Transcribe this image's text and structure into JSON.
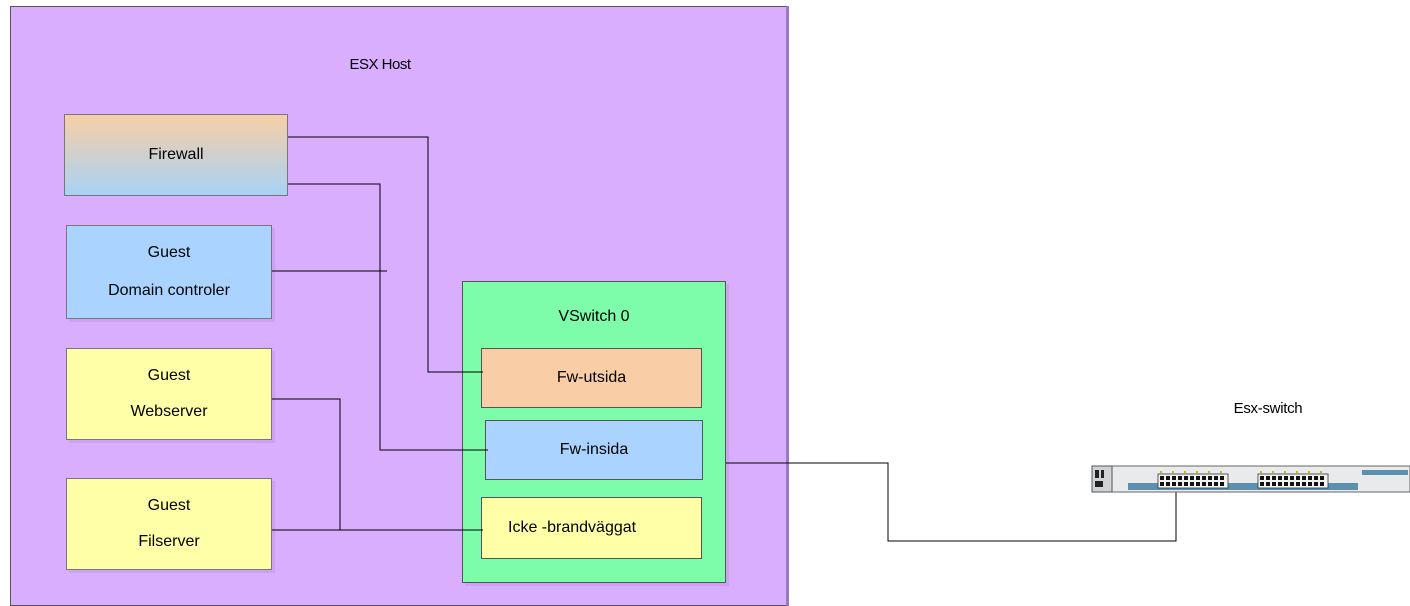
{
  "host": {
    "label": "ESX Host"
  },
  "firewall": {
    "label": "Firewall"
  },
  "domain_controller": {
    "line1": "Guest",
    "line2": "Domain controler"
  },
  "webserver": {
    "line1": "Guest",
    "line2": "Webserver"
  },
  "filserver": {
    "line1": "Guest",
    "line2": "Filserver"
  },
  "vswitch": {
    "label": "VSwitch 0",
    "ports": [
      "Fw-utsida",
      "Fw-insida",
      "Icke -brandväggat"
    ]
  },
  "physical_switch": {
    "label": "Esx-switch"
  },
  "colors": {
    "host": "#d9aeff",
    "vswitch": "#7dfcaa",
    "guest_blue": "#aad4ff",
    "guest_yellow": "#ffffa8",
    "firewall_orange": "#f9cda6"
  }
}
